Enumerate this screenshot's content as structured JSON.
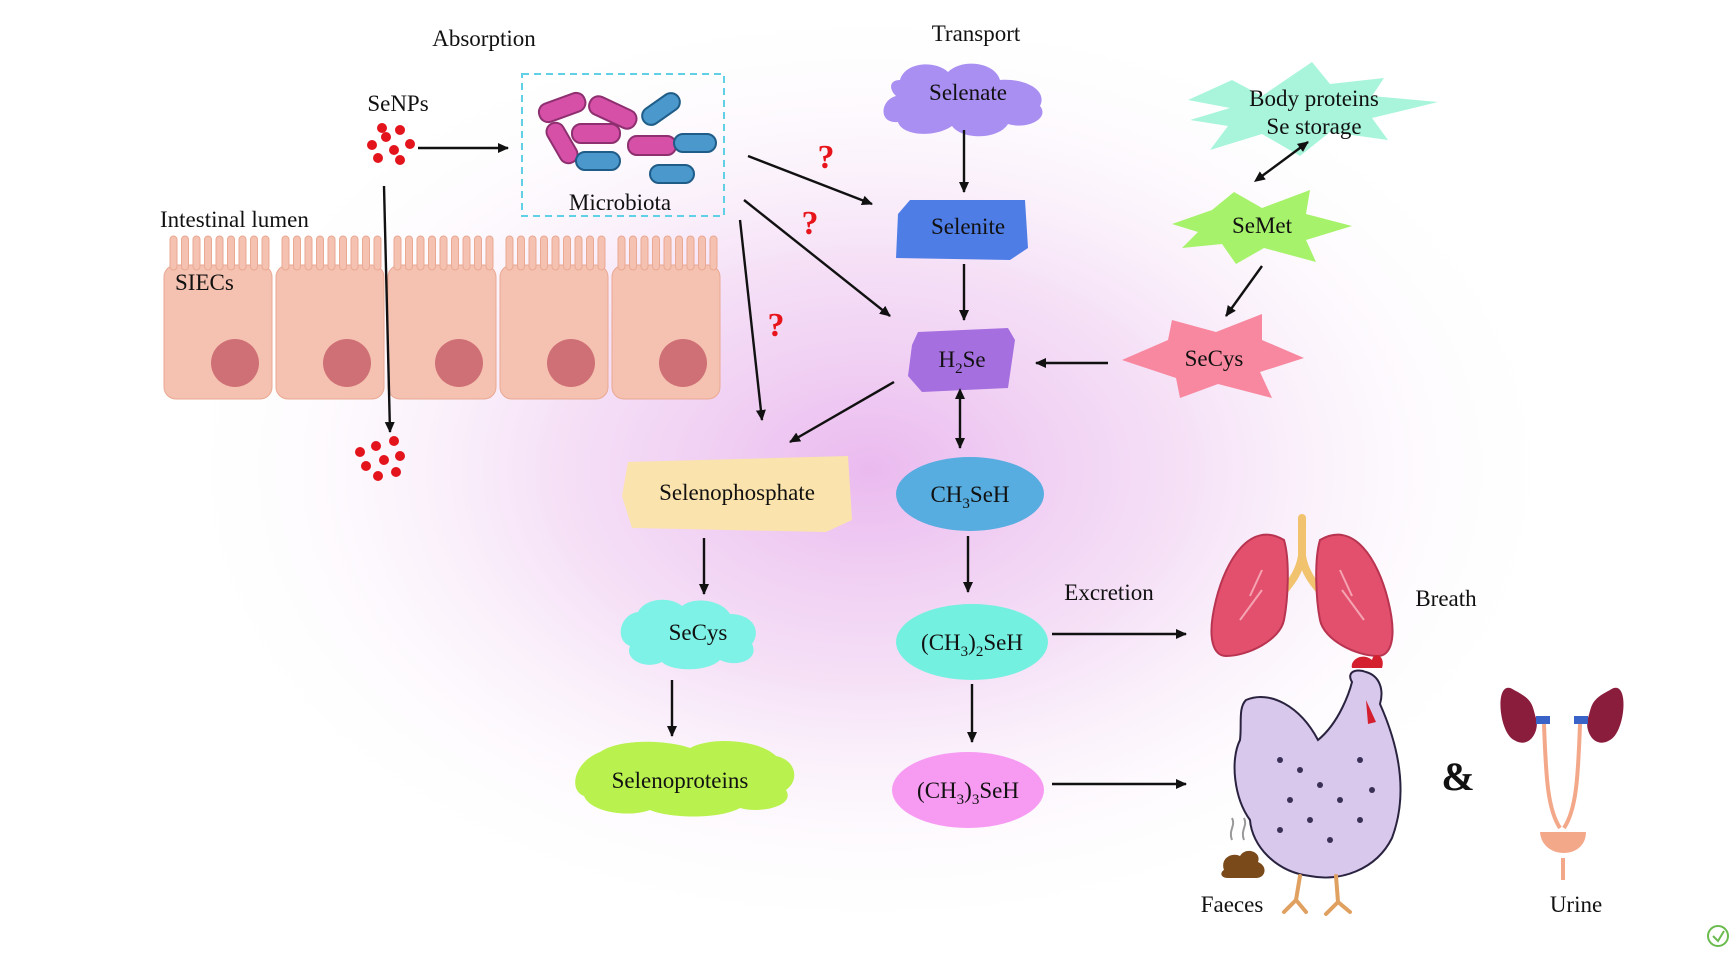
{
  "headings": {
    "absorption": "Absorption",
    "transport": "Transport",
    "excretion": "Excretion"
  },
  "labels": {
    "senps": "SeNPs",
    "microbiota": "Microbiota",
    "intestinal_lumen": "Intestinal lumen",
    "siecs": "SIECs",
    "selenate": "Selenate",
    "selenite": "Selenite",
    "h2se_main": "H",
    "h2se_sub": "2",
    "h2se_tail": "Se",
    "body_proteins": "Body proteins",
    "se_storage": "Se storage",
    "semet": "SeMet",
    "secys_right": "SeCys",
    "selenophosphate": "Selenophosphate",
    "ch3seh_a": "CH",
    "ch3seh_sub": "3",
    "ch3seh_b": "SeH",
    "dimethyl_a": "(CH",
    "dimethyl_sub1": "3",
    "dimethyl_b": ")",
    "dimethyl_sub2": "2",
    "dimethyl_c": "SeH",
    "trimethyl_a": "(CH",
    "trimethyl_sub1": "3",
    "trimethyl_b": ")",
    "trimethyl_sub2": "3",
    "trimethyl_c": "SeH",
    "secys_left": "SeCys",
    "selenoproteins": "Selenoproteins",
    "breath": "Breath",
    "faeces": "Faeces",
    "urine": "Urine",
    "ampersand": "&",
    "question_mark": "?"
  },
  "colors": {
    "selenate": "#a98ff2",
    "selenite": "#4f7de6",
    "h2se": "#a66fe0",
    "body_proteins": "#a8f5dc",
    "semet": "#a6f26b",
    "secys_right": "#f7889f",
    "selenophosphate": "#fbe3ad",
    "ch3seh": "#57ace0",
    "dimethyl": "#74f0e0",
    "trimethyl": "#f79bf2",
    "secys_left": "#7ef2e6",
    "selenoproteins": "#b9f24e",
    "nanoparticles": "#e3141c",
    "cells": "#f5c1b0",
    "nucleus": "#cf7076",
    "question": "#e8141b"
  },
  "icons": {
    "lungs": "lungs-icon",
    "chicken": "chicken-icon",
    "kidneys": "kidneys-icon",
    "faeces": "poop-icon",
    "bacteria": "bacteria-icon"
  }
}
